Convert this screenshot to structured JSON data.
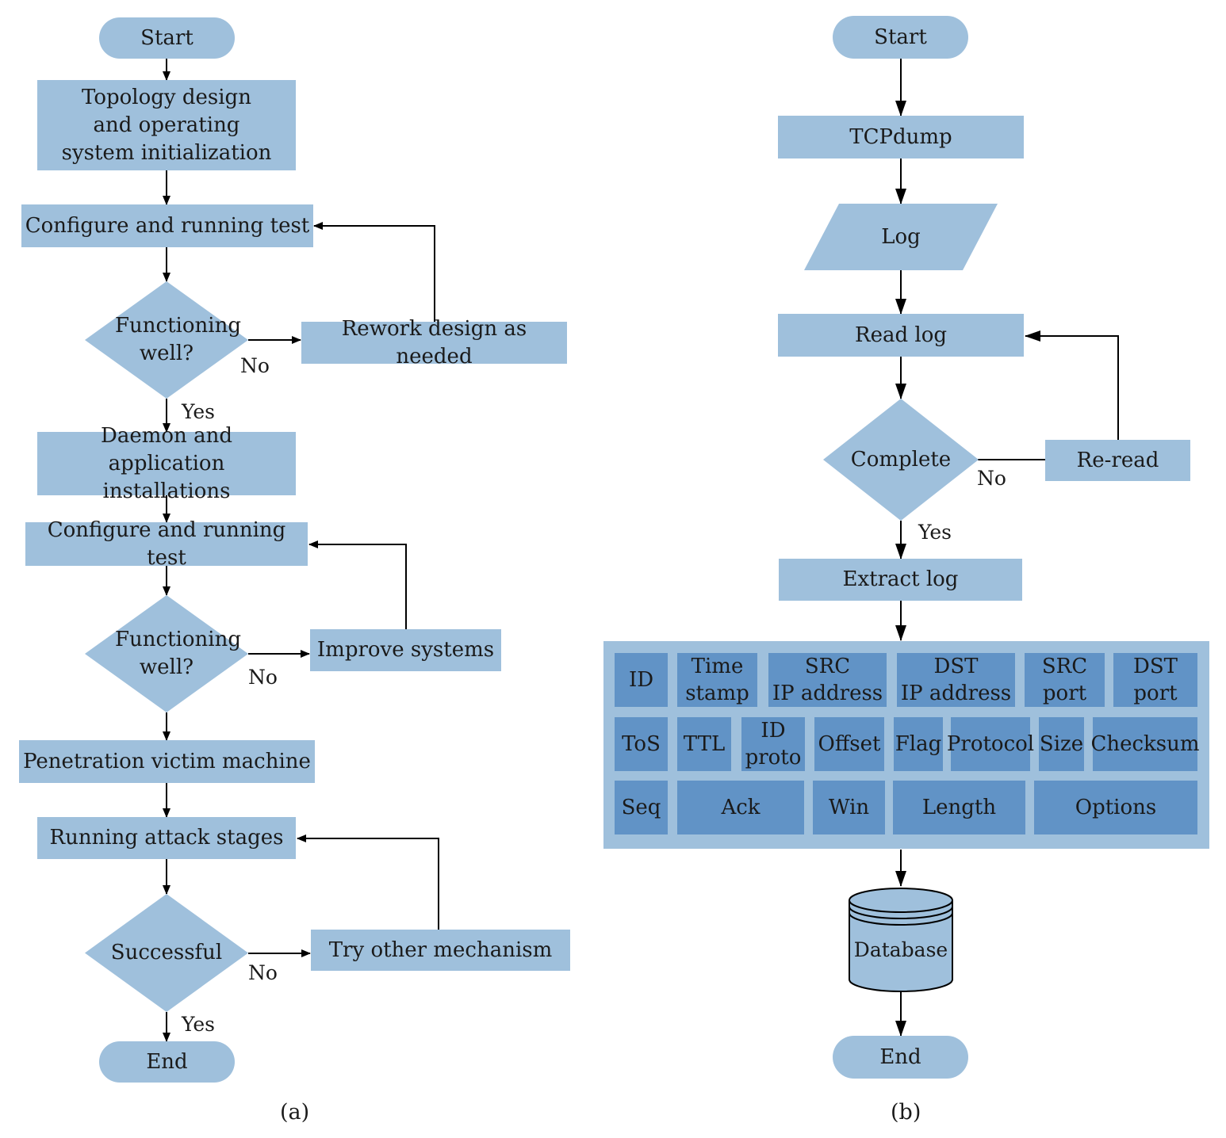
{
  "flow_a": {
    "start": "Start",
    "topology": "Topology design and operating system initialization",
    "configure_1": "Configure and running test",
    "decision_1": "Functioning well?",
    "rework": "Rework design as needed",
    "no_1": "No",
    "yes_1": "Yes",
    "daemon": "Daemon and application installations",
    "configure_2": "Configure and running test",
    "decision_2": "Functioning well?",
    "improve": "Improve systems",
    "no_2": "No",
    "penetration": "Penetration victim machine",
    "attack": "Running attack stages",
    "decision_3": "Successful",
    "try_other": "Try other mechanism",
    "no_3": "No",
    "yes_3": "Yes",
    "end": "End",
    "caption": "(a)"
  },
  "flow_b": {
    "start": "Start",
    "tcpdump": "TCPdump",
    "log": "Log",
    "read_log": "Read log",
    "decision": "Complete",
    "reread": "Re-read",
    "no": "No",
    "yes": "Yes",
    "extract": "Extract log",
    "fields": {
      "row1": [
        "ID",
        "Time\nstamp",
        "SRC\nIP address",
        "DST\nIP address",
        "SRC\nport",
        "DST\nport"
      ],
      "row2": [
        "ToS",
        "TTL",
        "ID\nproto",
        "Offset",
        "Flag",
        "Protocol",
        "Size",
        "Checksum"
      ],
      "row3": [
        "Seq",
        "Ack",
        "Win",
        "Length",
        "Options"
      ]
    },
    "database": "Database",
    "end": "End",
    "caption": "(b)"
  },
  "colors": {
    "box_fill": "#9fc0dc",
    "field_fill": "#6193c6",
    "line": "#000000"
  }
}
